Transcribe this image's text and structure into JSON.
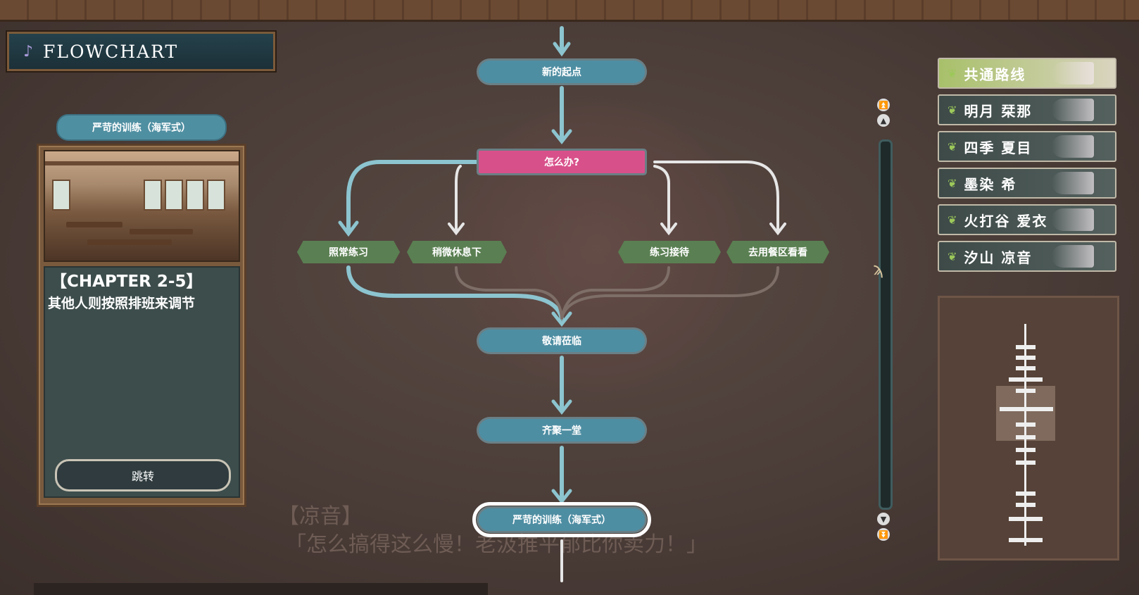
{
  "header": {
    "title": "FLOWCHART",
    "note_icon": "music-note-icon"
  },
  "left_panel": {
    "scene_pill": "严苛的训练（海军式）",
    "chapter": "【CHAPTER 2-5】",
    "scene_text": "其他人则按照排班来调节",
    "jump_button": "跳转"
  },
  "flowchart": {
    "nodes": {
      "start": "新的起点",
      "choice": "怎么办?",
      "opt1": "照常练习",
      "opt2": "稍微休息下",
      "opt3": "练习接待",
      "opt4": "去用餐区看看",
      "merge": "敬请莅临",
      "gather": "齐聚一堂",
      "current": "严苛的训练（海军式）"
    }
  },
  "background": {
    "speaker": "【凉音】",
    "dialogue": "「怎么搞得这么慢！老汲推平郁比你卖力！」"
  },
  "routes": [
    {
      "label": "共通路线",
      "active": true
    },
    {
      "label": "明月 栞那",
      "active": false
    },
    {
      "label": "四季 夏目",
      "active": false
    },
    {
      "label": "墨染 希",
      "active": false
    },
    {
      "label": "火打谷 爱衣",
      "active": false
    },
    {
      "label": "汐山 凉音",
      "active": false
    }
  ],
  "colors": {
    "node_blue": "#4e8ea3",
    "node_pink": "#d8508a",
    "node_green": "#5a7f52",
    "connector_blue": "#8cc4cf",
    "connector_white": "#e6e6e6"
  }
}
